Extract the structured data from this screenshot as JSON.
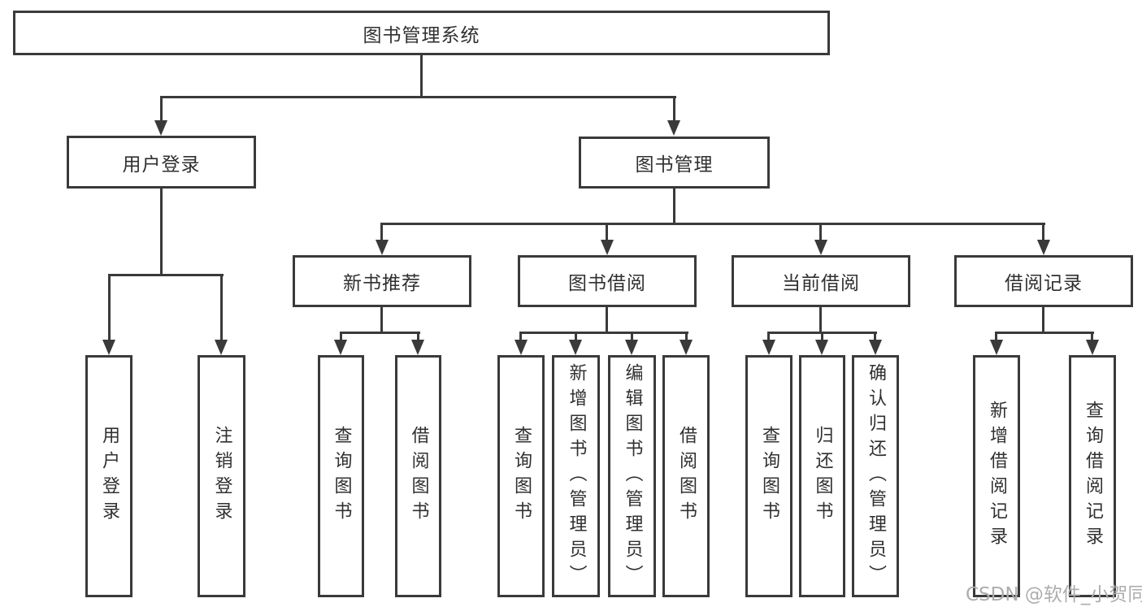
{
  "diagram": {
    "root": {
      "label": "图书管理系统"
    },
    "level2": [
      {
        "label": "用户登录"
      },
      {
        "label": "图书管理"
      }
    ],
    "level3": [
      {
        "label": "新书推荐"
      },
      {
        "label": "图书借阅"
      },
      {
        "label": "当前借阅"
      },
      {
        "label": "借阅记录"
      }
    ],
    "leaves": {
      "user_login": [
        "用户登录",
        "注销登录"
      ],
      "new_books": [
        "查询图书",
        "借阅图书"
      ],
      "book_borrowing": [
        "查询图书",
        "新增图书（管理员）",
        "编辑图书（管理员）",
        "借阅图书"
      ],
      "current_borrowing": [
        "查询图书",
        "归还图书",
        "确认归还（管理员）"
      ],
      "borrowing_records": [
        "新增借阅记录",
        "查询借阅记录"
      ]
    }
  },
  "watermark": {
    "text": "CSDN @软件_小贺同学"
  },
  "colors": {
    "line": "#3a3a3a",
    "text": "#303030",
    "watermark": "#adadad",
    "background": "#ffffff"
  }
}
